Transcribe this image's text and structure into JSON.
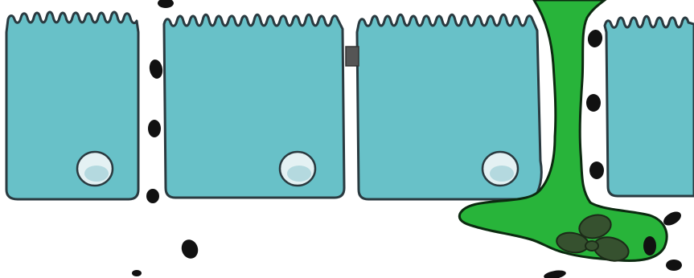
{
  "diagram": {
    "subject": "epithetial-cells-with-intercellular-green-cell",
    "colors": {
      "background": "#ffffff",
      "cell_fill": "#68c1c8",
      "cell_outline": "#2a3a40",
      "nucleus_fill": "#e4f1f3",
      "nucleus_outline": "#2a3a40",
      "nucleus_highlight": "#8dc5ce",
      "green_cell_fill": "#28b43a",
      "green_cell_outline": "#0c2a10",
      "lobed_nucleus_fill": "#36512f",
      "particle_fill": "#111111",
      "junction_fill": "#555555"
    },
    "counts": {
      "epithelial_cells": 4,
      "nuclei": 3,
      "intercellular_particles": 13,
      "tight_junctions": 1
    },
    "icons": {
      "nucleus": "oval-nucleus-icon",
      "particle": "black-granule-icon",
      "lobed_nucleus": "trilobed-nucleus-icon",
      "junction": "tight-junction-icon"
    }
  }
}
